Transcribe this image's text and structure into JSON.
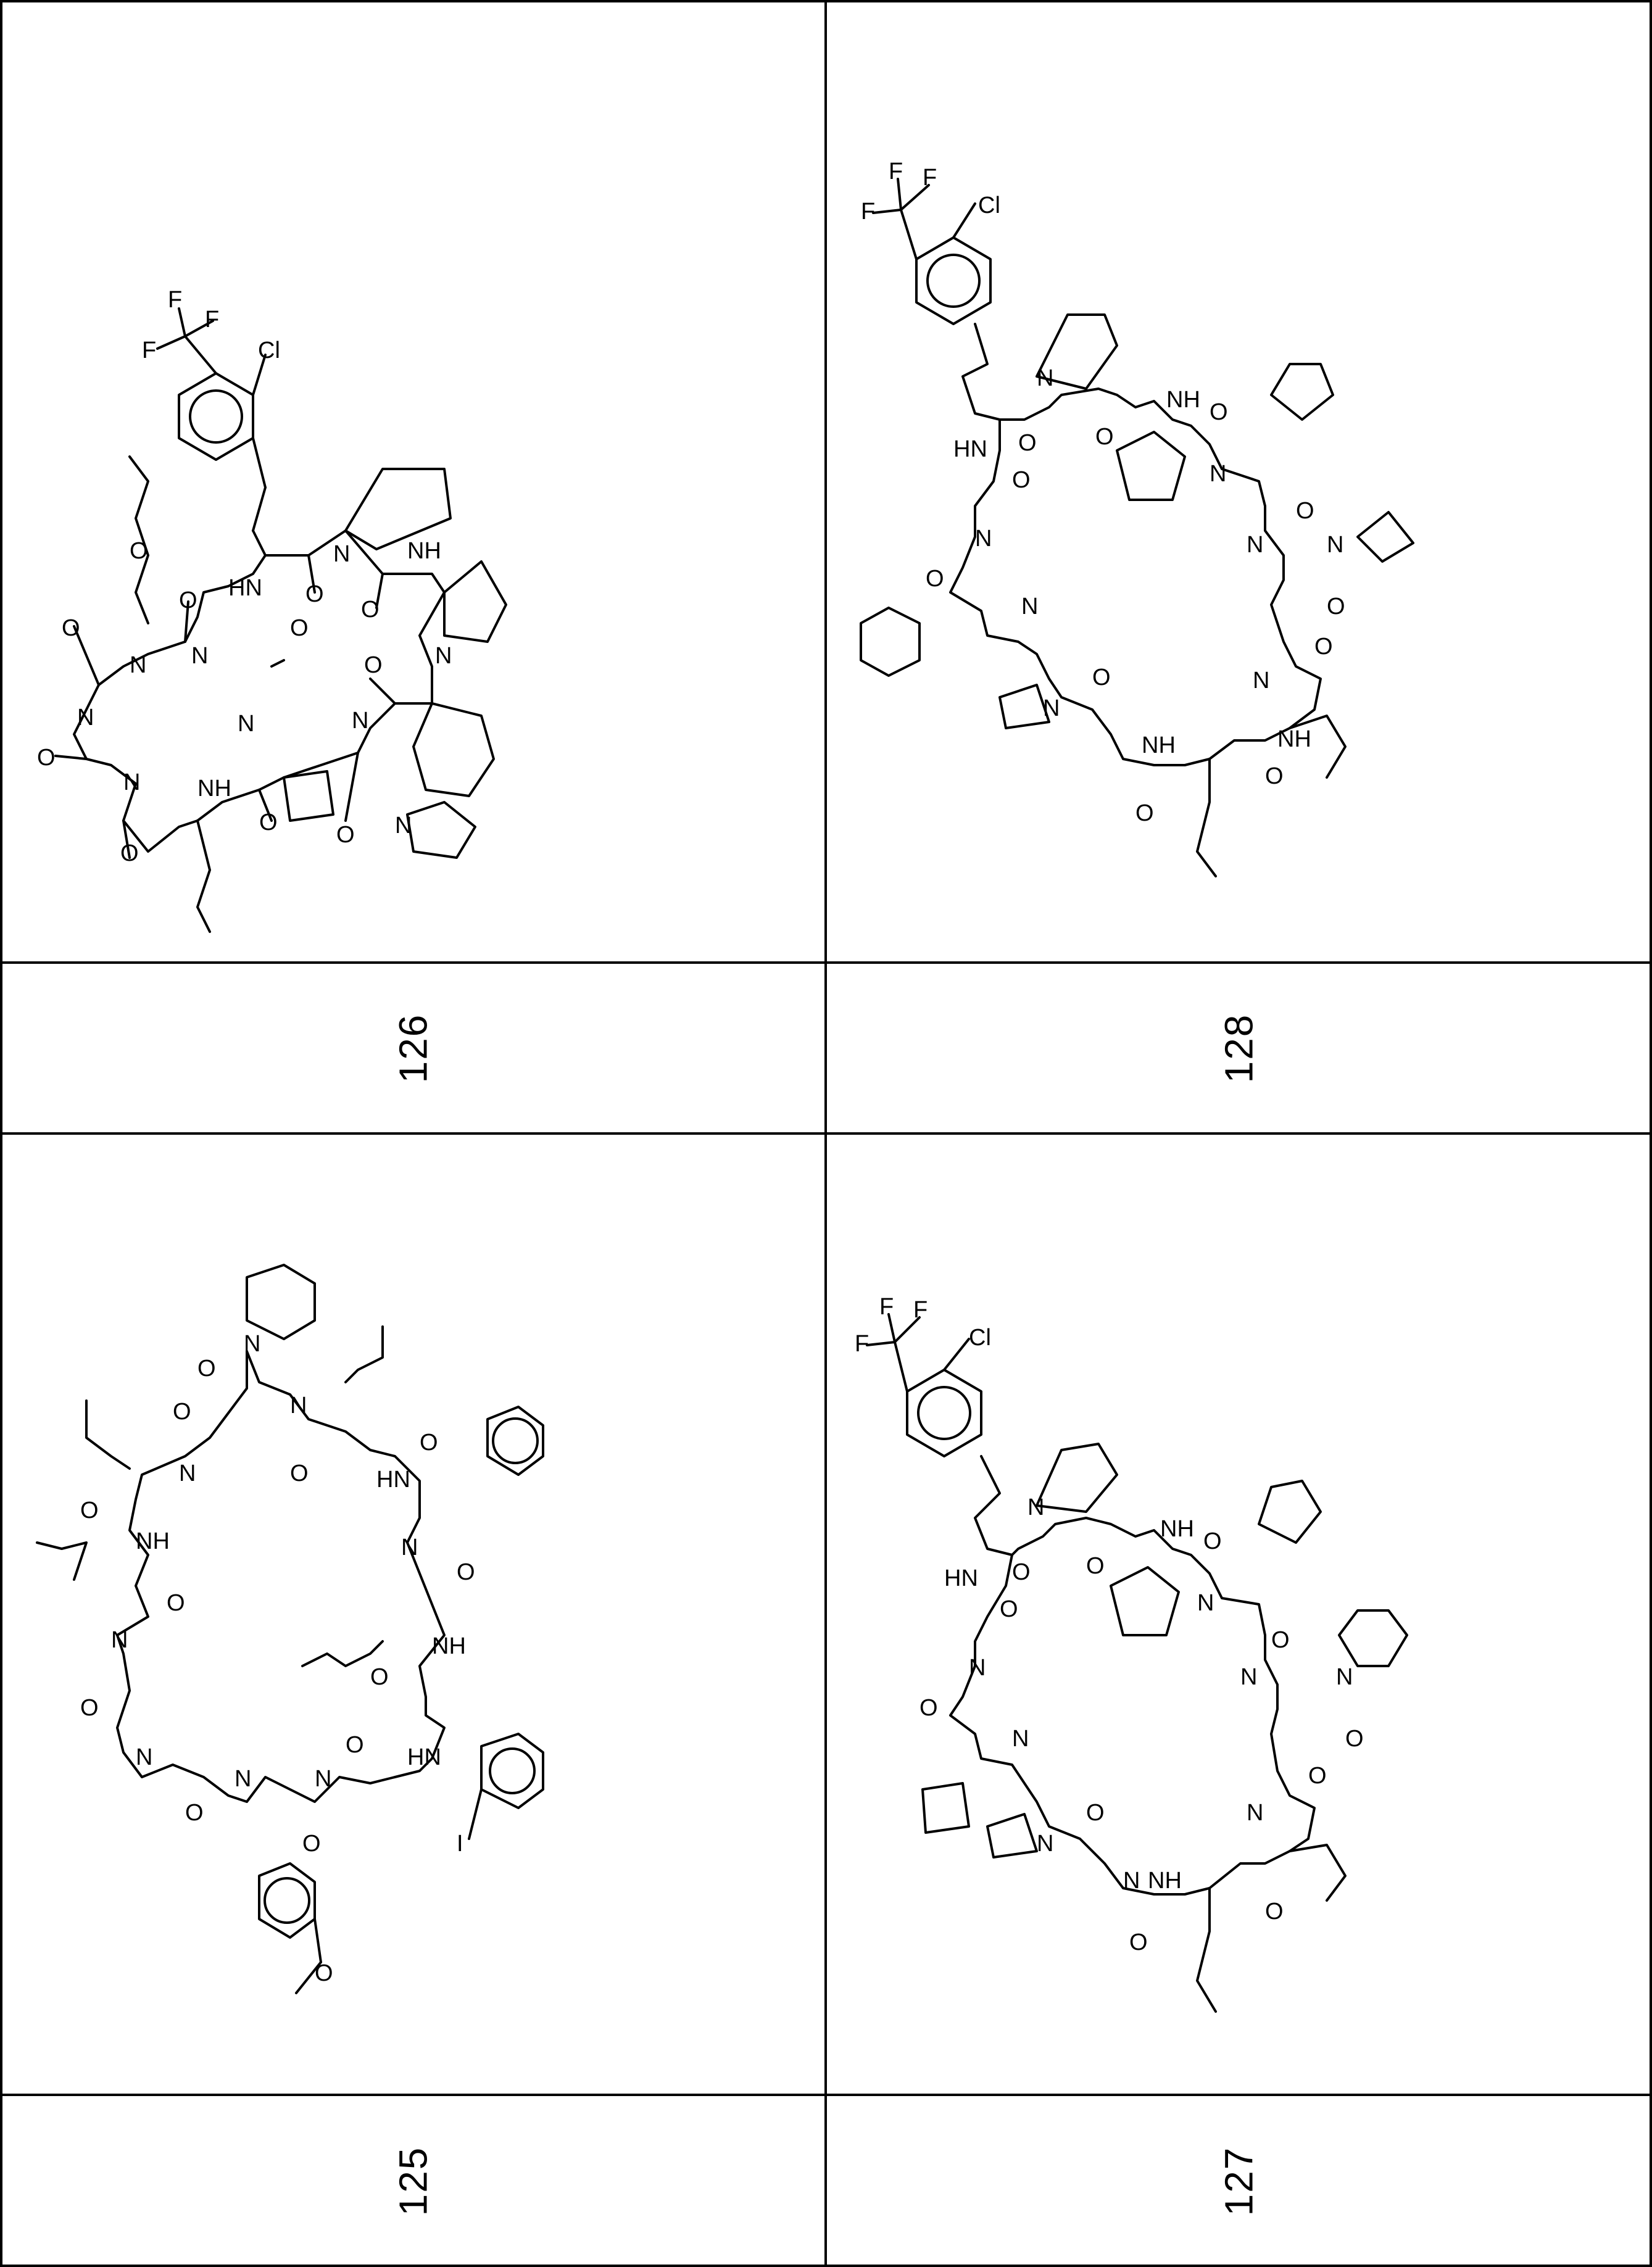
{
  "compounds": {
    "top_left": {
      "number": "126",
      "elements": [
        "F",
        "Cl",
        "O",
        "N",
        "NH",
        "HN"
      ]
    },
    "top_right": {
      "number": "128",
      "elements": [
        "F",
        "Cl",
        "O",
        "N",
        "NH",
        "HN"
      ]
    },
    "bottom_left": {
      "number": "125",
      "elements": [
        "I",
        "O",
        "N",
        "NH",
        "HN"
      ]
    },
    "bottom_right": {
      "number": "127",
      "elements": [
        "F",
        "Cl",
        "O",
        "N",
        "NH",
        "HN"
      ]
    }
  },
  "colors": {
    "ink": "#000000",
    "paper": "#ffffff"
  }
}
